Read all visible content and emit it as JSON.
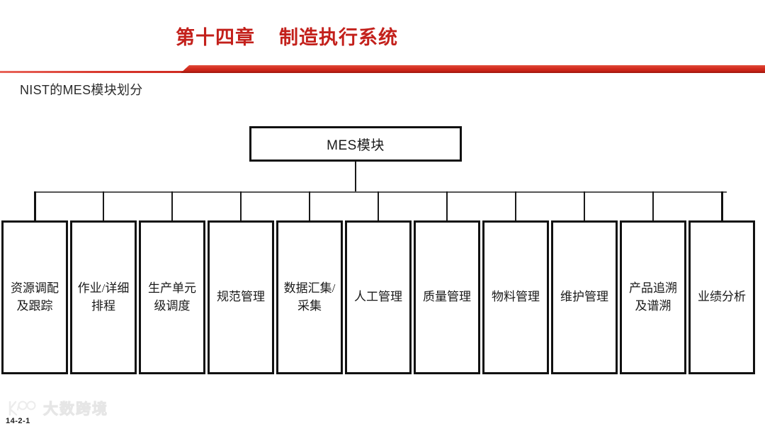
{
  "header": {
    "title": "第十四章    制造执行系统",
    "subtitle": "NIST的MES模块划分",
    "accent_color": "#c3201b",
    "divider_color": "#d32b1d"
  },
  "diagram": {
    "root": {
      "label": "MES模块"
    },
    "nodes": [
      {
        "label": "资源调配及跟踪"
      },
      {
        "label": "作业/详细排程"
      },
      {
        "label": "生产单元级调度"
      },
      {
        "label": "规范管理"
      },
      {
        "label": "数据汇集/采集"
      },
      {
        "label": "人工管理"
      },
      {
        "label": "质量管理"
      },
      {
        "label": "物料管理"
      },
      {
        "label": "维护管理"
      },
      {
        "label": "产品追溯及谱溯"
      },
      {
        "label": "业绩分析"
      }
    ]
  },
  "footer": {
    "watermark_text": "大数跨境",
    "watermark_logo": "k100-logo-icon",
    "page_number": "14-2-1"
  }
}
